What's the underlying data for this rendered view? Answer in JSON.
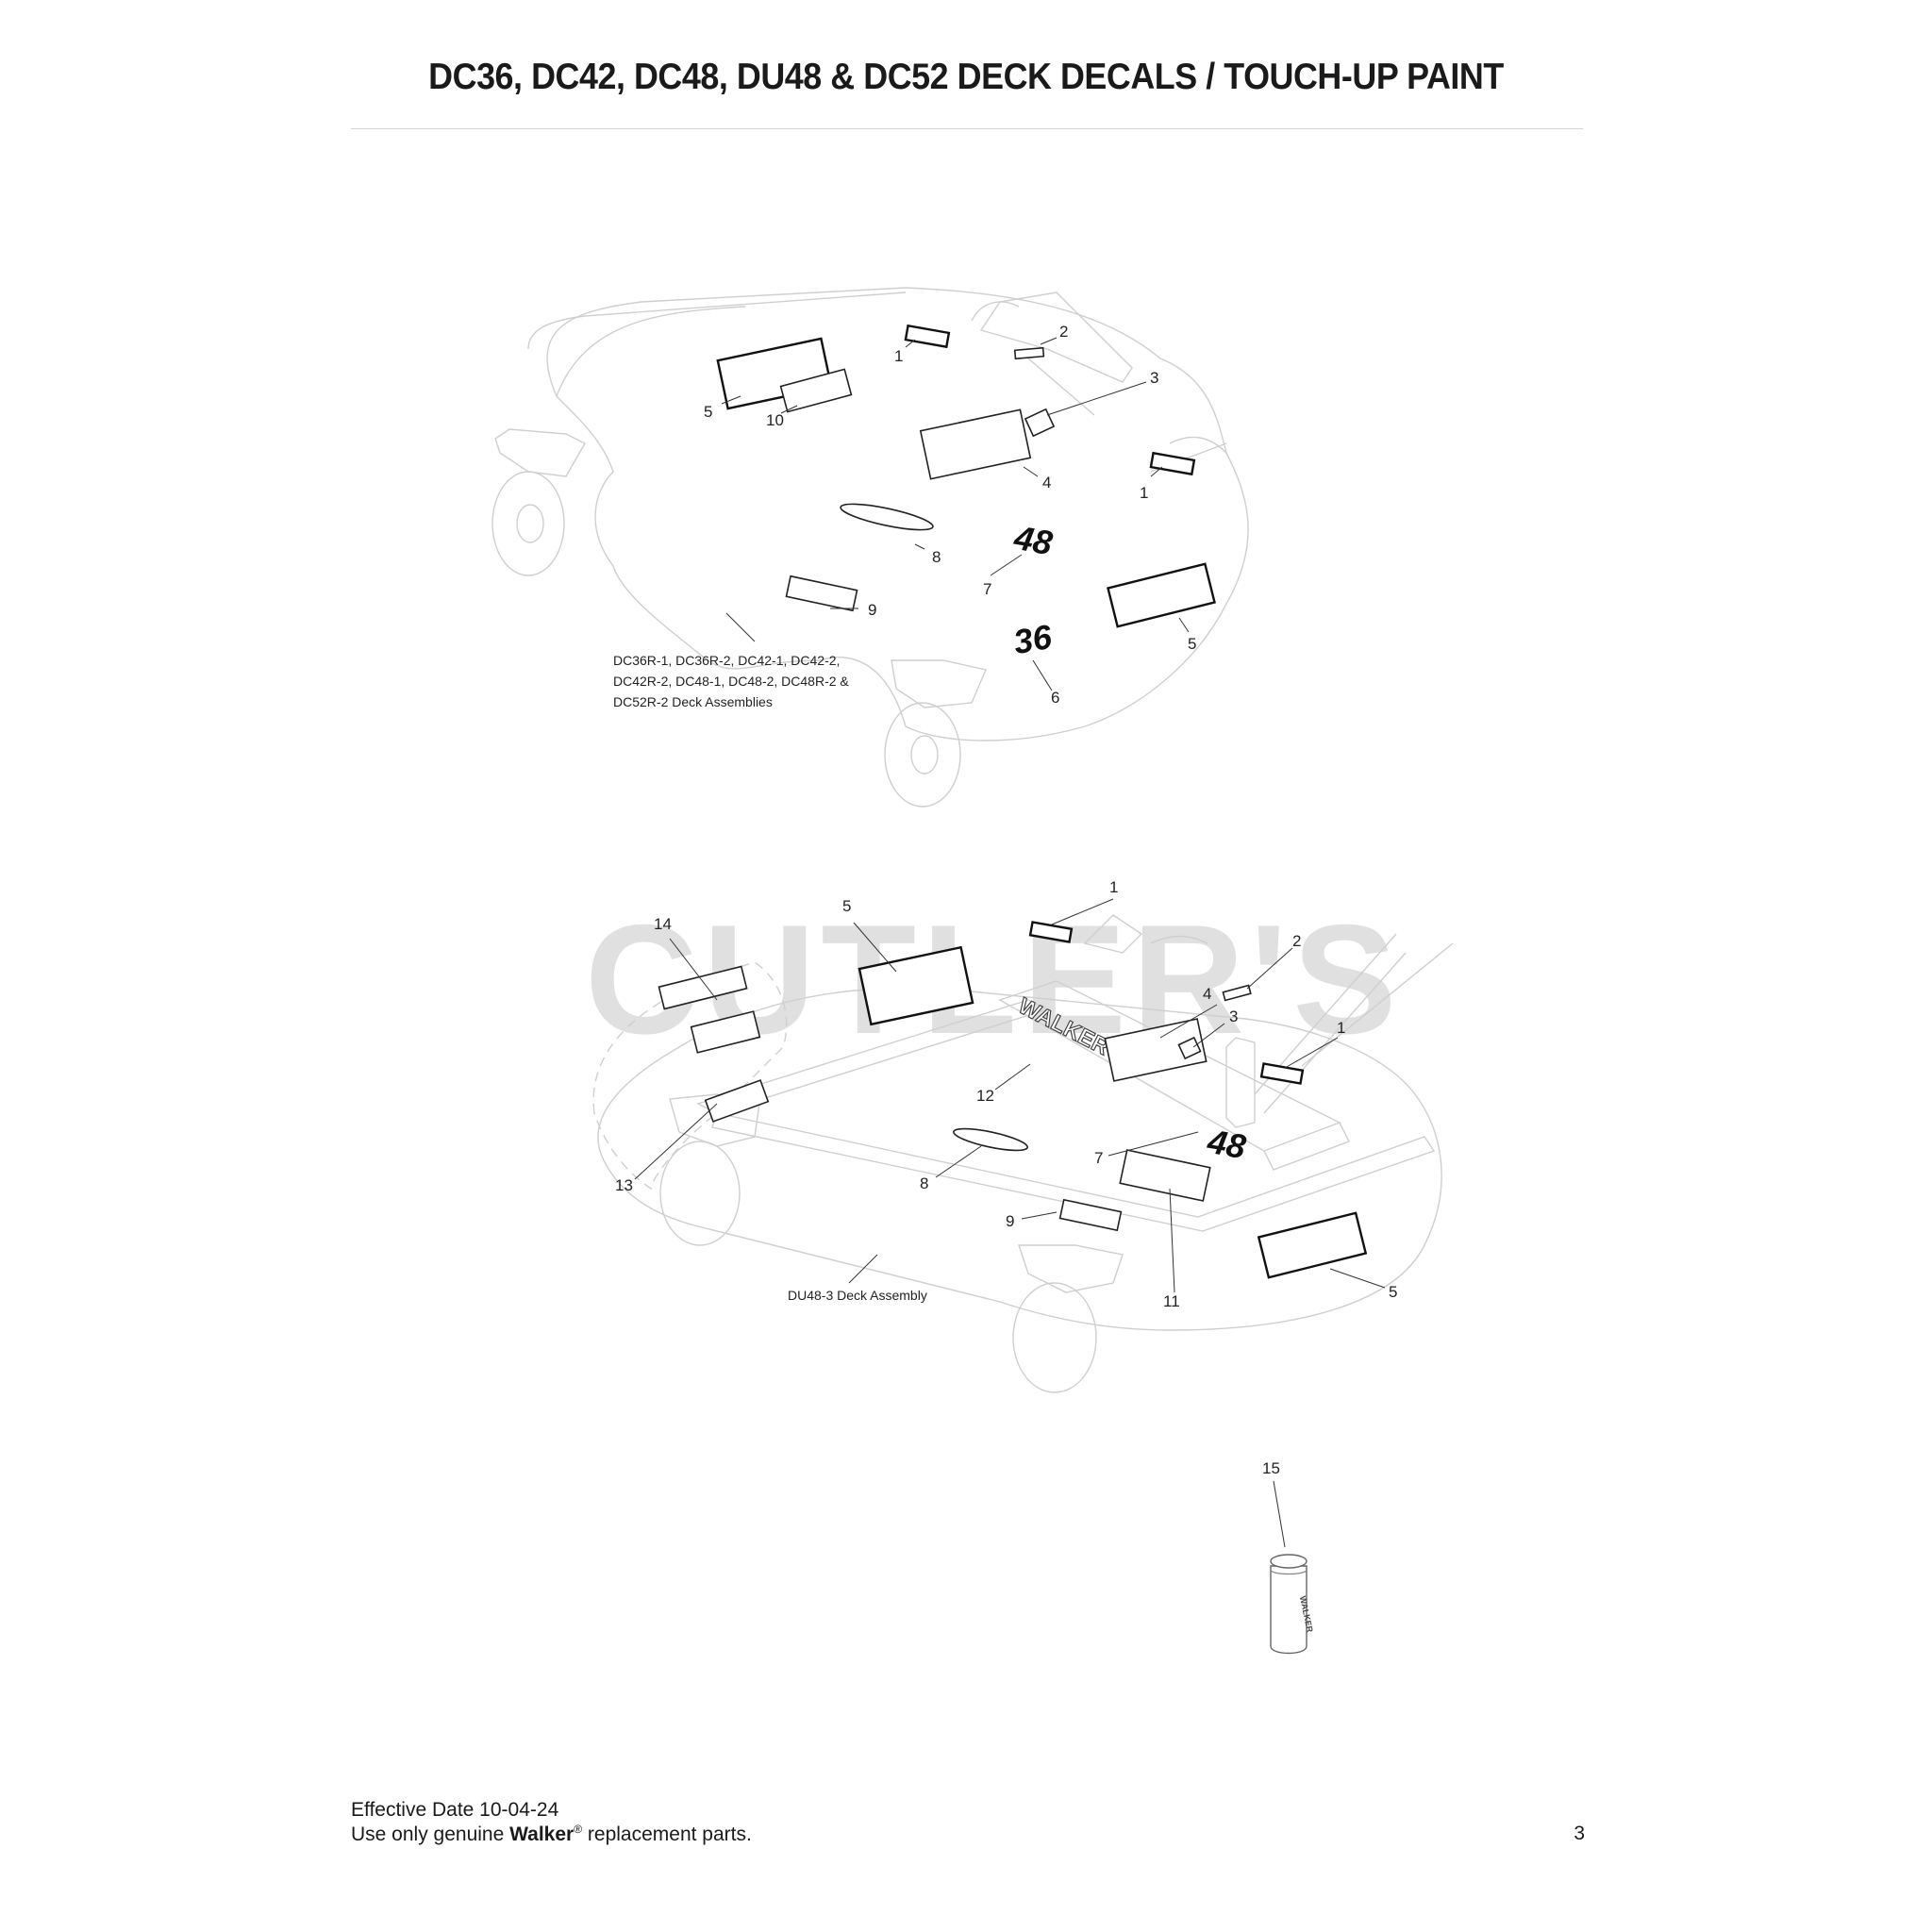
{
  "page": {
    "title": "DC36, DC42, DC48, DU48 & DC52 DECK DECALS / TOUCH-UP PAINT",
    "page_number": "3"
  },
  "watermark": {
    "text": "CUTLER'S"
  },
  "diagram_top": {
    "callouts": [
      "1",
      "2",
      "3",
      "1",
      "5",
      "10",
      "4",
      "8",
      "7",
      "9",
      "5",
      "6"
    ],
    "deck_numbers": [
      "48",
      "36"
    ],
    "caption_lines": [
      "DC36R-1, DC36R-2, DC42-1, DC42-2,",
      "DC42R-2, DC48-1, DC48-2, DC48R-2 &",
      "DC52R-2 Deck Assemblies"
    ]
  },
  "diagram_bottom": {
    "callouts": [
      "1",
      "5",
      "14",
      "2",
      "4",
      "3",
      "1",
      "12",
      "13",
      "7",
      "8",
      "9",
      "11",
      "5"
    ],
    "deck_number": "48",
    "brand_on_deck": "WALKER",
    "caption": "DU48-3 Deck Assembly"
  },
  "paint": {
    "callout": "15",
    "can_label": "WALKER"
  },
  "footer": {
    "effective_date": "Effective Date 10-04-24",
    "parts_prefix": "Use only genuine ",
    "parts_brand": "Walker",
    "parts_reg": "®",
    "parts_suffix": " replacement parts."
  }
}
